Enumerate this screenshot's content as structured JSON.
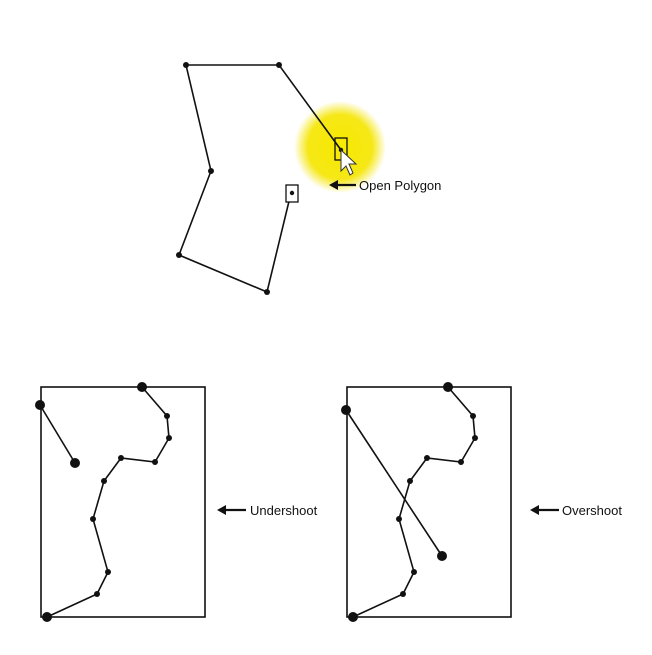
{
  "labels": {
    "open_polygon": "Open Polygon",
    "undershoot": "Undershoot",
    "overshoot": "Overshoot"
  },
  "colors": {
    "highlight": "#f5e60a",
    "stroke": "#111111",
    "background": "#ffffff"
  },
  "icons": [
    "cursor-arrow-icon",
    "arrow-left-icon"
  ]
}
